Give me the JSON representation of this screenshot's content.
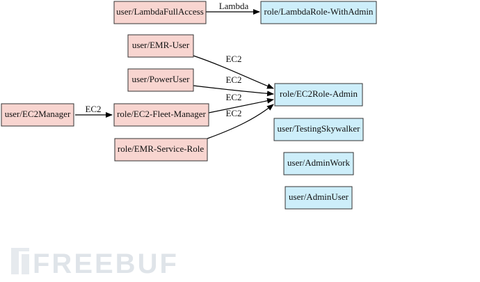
{
  "diagram": {
    "colors": {
      "user_fill": "#f8d5d0",
      "user_stroke": "#333333",
      "role_fill": "#cdeefa",
      "role_stroke": "#333333",
      "edge_color": "#000000",
      "watermark_color": "#dfe4e9"
    },
    "nodes": [
      {
        "id": "lambda_full_access",
        "label": "user/LambdaFullAccess",
        "type": "user"
      },
      {
        "id": "lambda_role_withadmin",
        "label": "role/LambdaRole-WithAdmin",
        "type": "role"
      },
      {
        "id": "emr_user",
        "label": "user/EMR-User",
        "type": "user"
      },
      {
        "id": "power_user",
        "label": "user/PowerUser",
        "type": "user"
      },
      {
        "id": "ec2_manager",
        "label": "user/EC2Manager",
        "type": "user"
      },
      {
        "id": "ec2_fleet_manager",
        "label": "role/EC2-Fleet-Manager",
        "type": "user"
      },
      {
        "id": "emr_service_role",
        "label": "role/EMR-Service-Role",
        "type": "user"
      },
      {
        "id": "ec2role_admin",
        "label": "role/EC2Role-Admin",
        "type": "role"
      },
      {
        "id": "testing_skywalker",
        "label": "user/TestingSkywalker",
        "type": "role"
      },
      {
        "id": "admin_work",
        "label": "user/AdminWork",
        "type": "role"
      },
      {
        "id": "admin_user",
        "label": "user/AdminUser",
        "type": "role"
      }
    ],
    "edges": [
      {
        "id": "lambda_to_admin",
        "from": "lambda_full_access",
        "to": "lambda_role_withadmin",
        "label": "Lambda"
      },
      {
        "id": "emr_to_ec2role",
        "from": "emr_user",
        "to": "ec2role_admin",
        "label": "EC2"
      },
      {
        "id": "power_to_ec2role",
        "from": "power_user",
        "to": "ec2role_admin",
        "label": "EC2"
      },
      {
        "id": "fleet_to_ec2role",
        "from": "ec2_fleet_manager",
        "to": "ec2role_admin",
        "label": "EC2"
      },
      {
        "id": "emrsvc_to_ec2role",
        "from": "emr_service_role",
        "to": "ec2role_admin",
        "label": "EC2"
      },
      {
        "id": "ec2manager_to_fleet",
        "from": "ec2_manager",
        "to": "ec2_fleet_manager",
        "label": "EC2"
      }
    ],
    "watermark": {
      "text": "FREEBUF",
      "icon": "freebuf-logo-icon"
    }
  }
}
